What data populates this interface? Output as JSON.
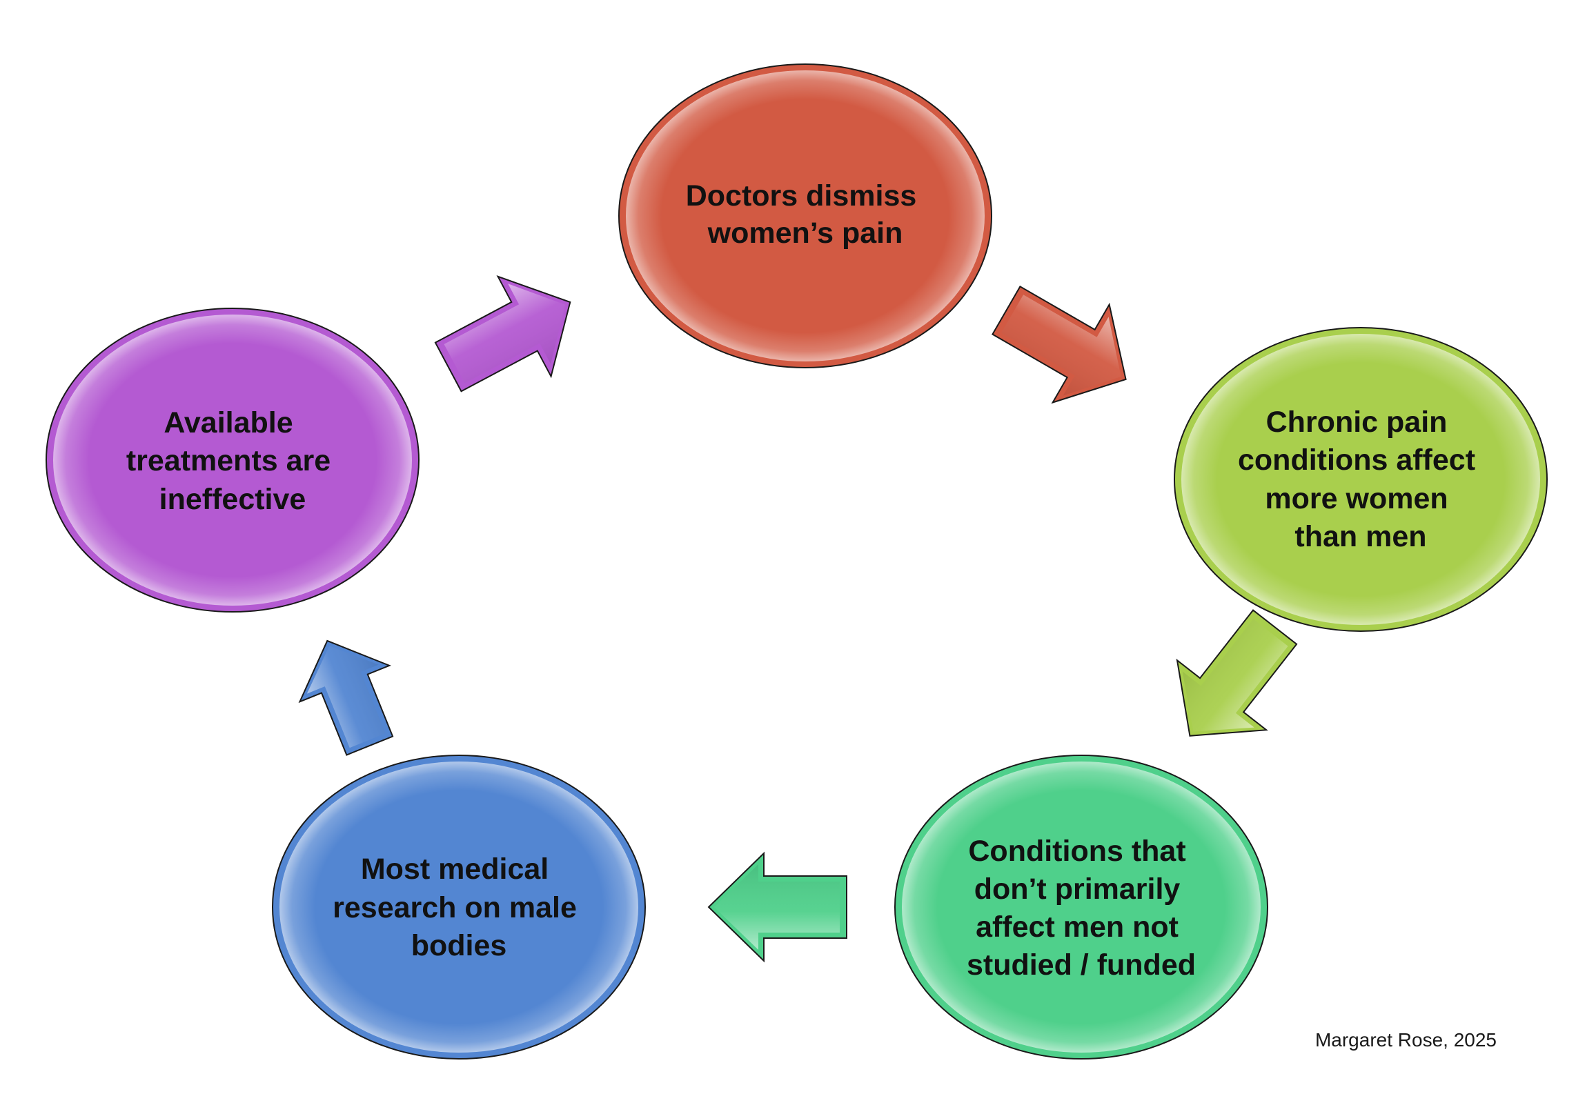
{
  "title": "Cycle of women's chronic pain",
  "nodes": [
    {
      "id": "doctors",
      "lines": [
        "Doctors dismiss",
        "women’s pain"
      ],
      "color": "#D25A43"
    },
    {
      "id": "chronic",
      "lines": [
        "Chronic pain",
        "conditions affect",
        "more women",
        "than men"
      ],
      "color": "#A9CF4D"
    },
    {
      "id": "conditions",
      "lines": [
        "Conditions that",
        "don’t primarily",
        "affect men not",
        "studied / funded"
      ],
      "color": "#4FD08B"
    },
    {
      "id": "research",
      "lines": [
        "Most medical",
        "research on male",
        "bodies"
      ],
      "color": "#5386D2"
    },
    {
      "id": "treatments",
      "lines": [
        "Available",
        "treatments are",
        "ineffective"
      ],
      "color": "#B45AD2"
    }
  ],
  "arrows": [
    {
      "from": "treatments",
      "to": "doctors",
      "color": "#B45AD2",
      "icon": "arrow-right-icon"
    },
    {
      "from": "doctors",
      "to": "chronic",
      "color": "#D25A43",
      "icon": "arrow-right-icon"
    },
    {
      "from": "chronic",
      "to": "conditions",
      "color": "#A9CF4D",
      "icon": "arrow-down-icon"
    },
    {
      "from": "conditions",
      "to": "research",
      "color": "#4FD08B",
      "icon": "arrow-left-icon"
    },
    {
      "from": "research",
      "to": "treatments",
      "color": "#5386D2",
      "icon": "arrow-up-icon"
    }
  ],
  "credit": "Margaret Rose, 2025"
}
